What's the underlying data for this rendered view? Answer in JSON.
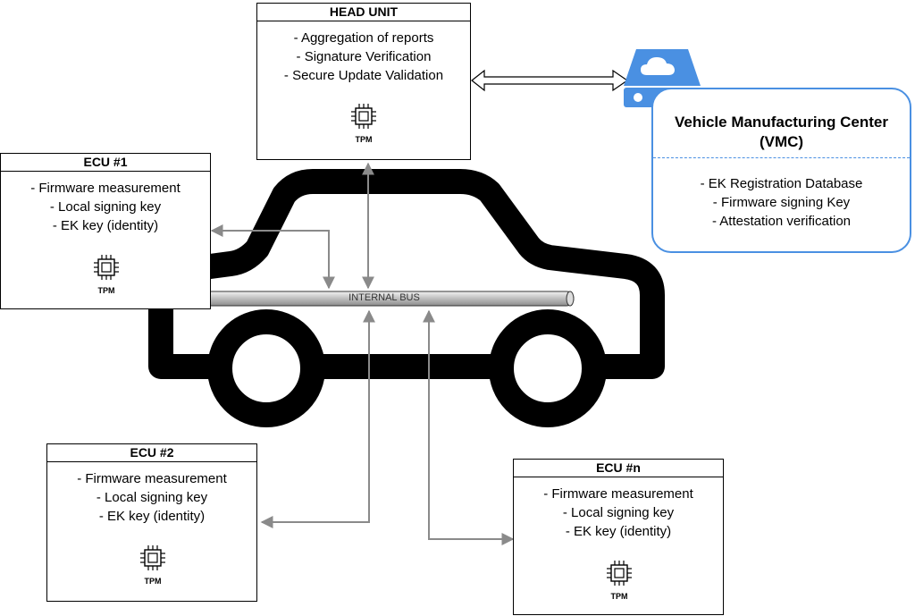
{
  "head_unit": {
    "title": "HEAD UNIT",
    "lines": [
      "- Aggregation of reports",
      "- Signature Verification",
      "- Secure Update Validation"
    ],
    "tpm_label": "TPM"
  },
  "ecu1": {
    "title": "ECU #1",
    "lines": [
      "- Firmware measurement",
      "- Local signing key",
      "- EK key (identity)"
    ],
    "tpm_label": "TPM"
  },
  "ecu2": {
    "title": "ECU #2",
    "lines": [
      "- Firmware measurement",
      "- Local signing key",
      "- EK key (identity)"
    ],
    "tpm_label": "TPM"
  },
  "ecun": {
    "title": "ECU #n",
    "lines": [
      "- Firmware measurement",
      "- Local signing key",
      "- EK key (identity)"
    ],
    "tpm_label": "TPM"
  },
  "vmc": {
    "title_line1": "Vehicle Manufacturing Center",
    "title_line2": "(VMC)",
    "lines": [
      "- EK Registration Database",
      "- Firmware signing Key",
      "- Attestation verification"
    ]
  },
  "bus": {
    "label": "INTERNAL BUS"
  },
  "icons": {
    "chip": "chip-icon",
    "server": "cloud-server-icon",
    "vehicle": "car-outline-icon"
  },
  "colors": {
    "vmc_border": "#4a90e2",
    "connector": "#8a8a8a",
    "outline": "#000000"
  }
}
